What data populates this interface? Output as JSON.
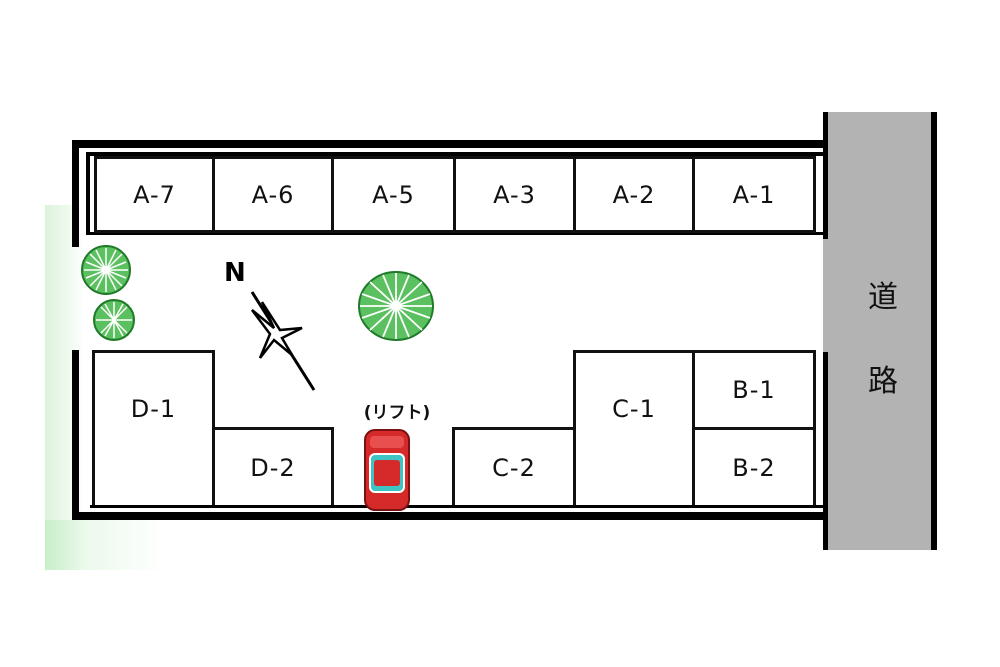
{
  "road": {
    "label_1": "道",
    "label_2": "路"
  },
  "slots_top": [
    {
      "id": "A-7"
    },
    {
      "id": "A-6"
    },
    {
      "id": "A-5"
    },
    {
      "id": "A-3"
    },
    {
      "id": "A-2"
    },
    {
      "id": "A-1"
    }
  ],
  "slots_bottom": {
    "d1": "D-1",
    "d2": "D-2",
    "c2": "C-2",
    "c1": "C-1",
    "b1": "B-1",
    "b2": "B-2"
  },
  "compass": {
    "north_label": "N"
  },
  "lift": {
    "label": "(リフト)"
  },
  "colors": {
    "road": "#b3b3b3",
    "tree": "#2e9e3a",
    "car": "#d42a2a",
    "car_window": "#3fc4c4"
  }
}
